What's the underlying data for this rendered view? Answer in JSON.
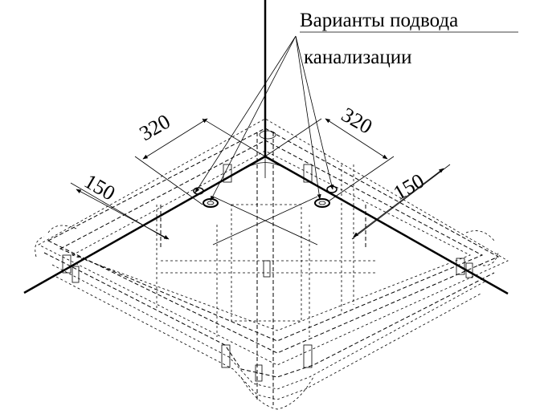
{
  "annotation": {
    "line1": "Варианты подвода",
    "line2": "канализации"
  },
  "dimensions": {
    "left_long": "320",
    "left_short": "150",
    "right_long": "320",
    "right_short": "150"
  }
}
